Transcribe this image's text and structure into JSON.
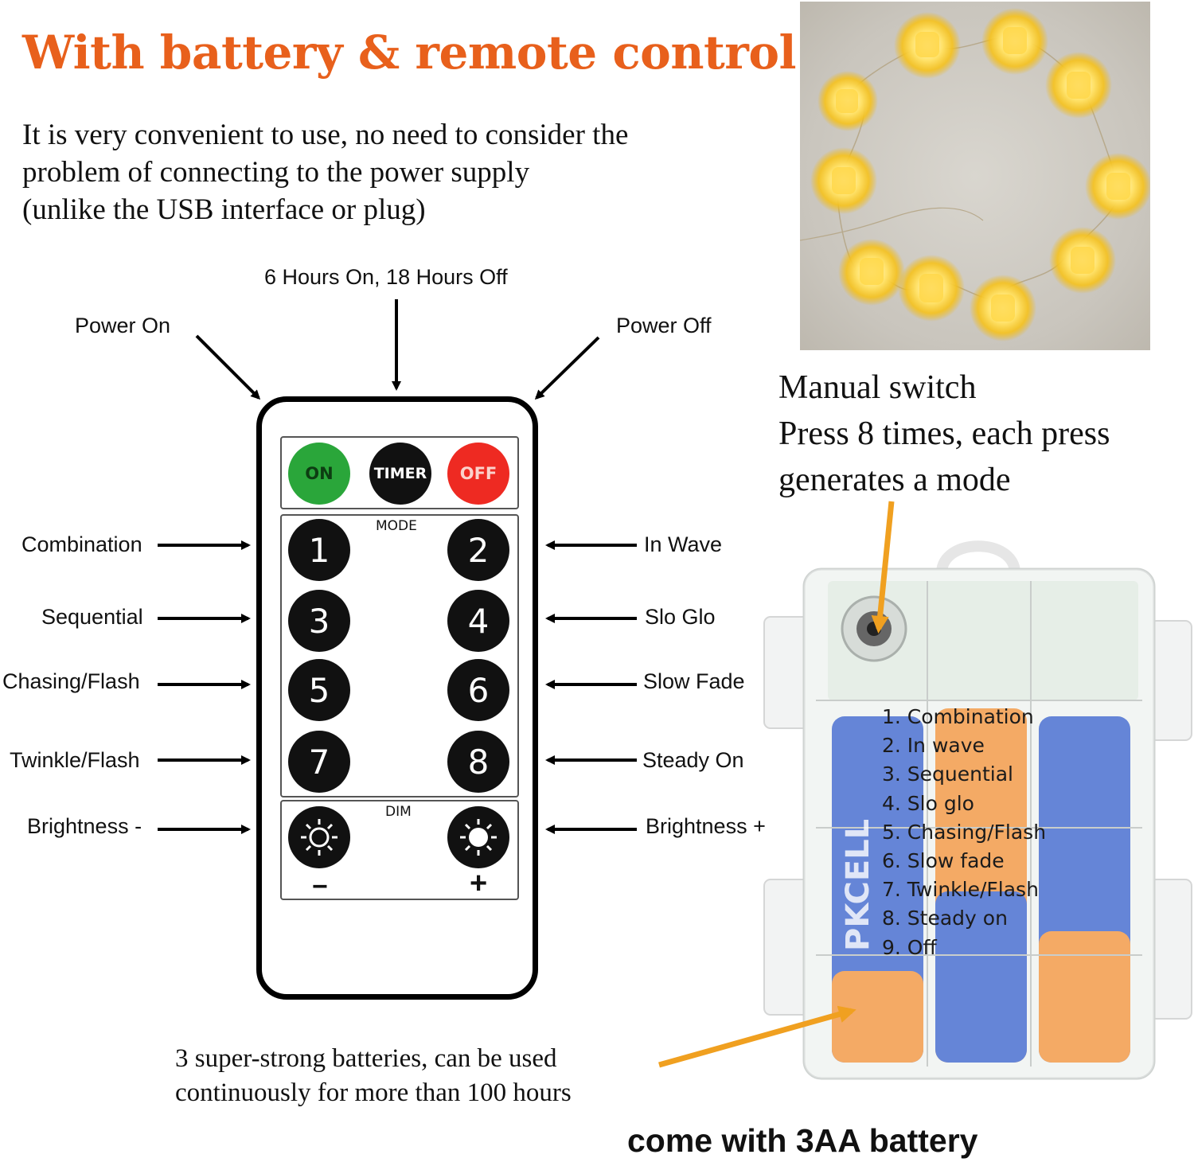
{
  "heading": {
    "title": "With battery & remote control",
    "intro_lines": [
      "It is very convenient to use, no need to consider the",
      "problem of connecting to the power supply",
      "(unlike the USB interface or plug)"
    ]
  },
  "remote": {
    "top_labels": {
      "timer": "6 Hours On, 18 Hours Off",
      "power_on": "Power On",
      "power_off": "Power Off"
    },
    "buttons": {
      "on": "ON",
      "timer": "TIMER",
      "off": "OFF"
    },
    "mode_label": "MODE",
    "dim_label": "DIM",
    "numbers": [
      "1",
      "2",
      "3",
      "4",
      "5",
      "6",
      "7",
      "8"
    ],
    "minus": "−",
    "plus": "+",
    "left_labels": [
      "Combination",
      "Sequential",
      "Chasing/Flash",
      "Twinkle/Flash",
      "Brightness -"
    ],
    "right_labels": [
      "In Wave",
      "Slo Glo",
      "Slow Fade",
      "Steady On",
      "Brightness +"
    ]
  },
  "manual": {
    "lines": [
      "Manual switch",
      "Press 8 times, each press",
      "generates a mode"
    ]
  },
  "battery_box": {
    "modes": [
      "1. Combination",
      "2. In wave",
      "3. Sequential",
      "4. Slo glo",
      "5. Chasing/Flash",
      "6. Slow fade",
      "7. Twinkle/Flash",
      "8. Steady on",
      "9. Off"
    ],
    "brand": "PKCELL"
  },
  "batteries_note": {
    "lines": [
      "3 super-strong batteries, can be used",
      "continuously for more than 100 hours"
    ]
  },
  "footer": {
    "text": "come with 3AA battery"
  },
  "colors": {
    "title": "#e8601c",
    "arrow_orange": "#f0a020",
    "on_green": "#2aa63a",
    "off_red": "#ee2a22"
  }
}
